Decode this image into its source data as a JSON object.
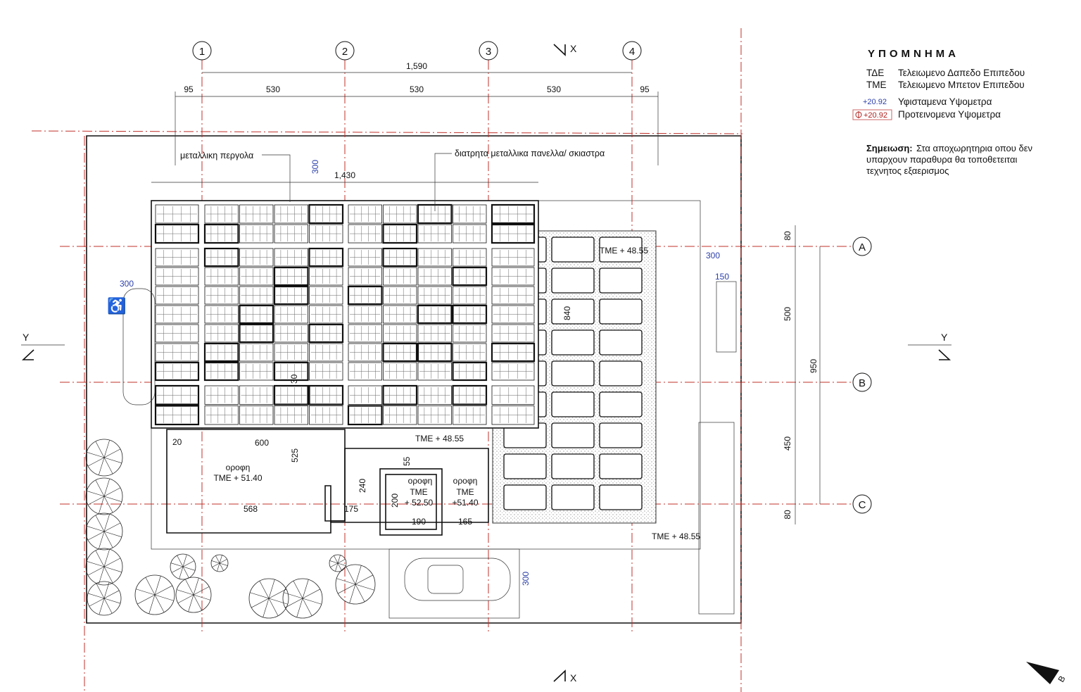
{
  "grid_axes": {
    "columns": [
      "1",
      "2",
      "3",
      "4"
    ],
    "rows": [
      "A",
      "B",
      "C"
    ]
  },
  "section_marks": {
    "x_top": "X",
    "x_bottom": "X",
    "y_left": "Y",
    "y_right": "Y"
  },
  "dimensions_top": {
    "total": "1,590",
    "segments": [
      "95",
      "530",
      "530",
      "530",
      "95"
    ],
    "pergola_width": "1,430"
  },
  "dimensions_right": {
    "segments": [
      "80",
      "500",
      "450",
      "80"
    ],
    "total": "950"
  },
  "annotations": {
    "pergola": "μεταλλικη περγολα",
    "panels": "διατρητα μεταλλικα πανελλα/ σκιαστρα",
    "blue_300_a": "300",
    "blue_300_b": "300",
    "blue_300_c": "300",
    "blue_300_d": "300",
    "blue_150": "150",
    "dim_840": "840",
    "tme_4855_a": "TME + 48.55",
    "tme_4855_b": "TME + 48.55",
    "tme_4855_c": "TME + 48.55",
    "roof1_label": "οροφη",
    "roof1_level": "TME + 51.40",
    "roof2_label": "οροφη",
    "roof2_tme": "TME",
    "roof2_level": "+ 52.50",
    "roof3_label": "οροφη",
    "roof3_tme": "TME",
    "roof3_level": "+51.40",
    "d600": "600",
    "d525": "525",
    "d568": "568",
    "d175": "175",
    "d240": "240",
    "d200": "200",
    "d190": "190",
    "d165": "165",
    "d55": "55",
    "d20": "20",
    "d30": "30"
  },
  "legend": {
    "title": "ΥΠΟΜΝΗΜΑ",
    "items": [
      {
        "code": "ΤΔΕ",
        "text": "Τελειωμενο Δαπεδο Επιπεδου"
      },
      {
        "code": "ΤΜΕ",
        "text": "Τελειωμενο Μπετον Επιπεδου"
      },
      {
        "code": "+20.92",
        "text": "Υφισταμενα Υψομετρα"
      },
      {
        "code": "+20.92",
        "text": "Προτεινομενα Υψομετρα"
      }
    ],
    "note_label": "Σημειωση:",
    "note_lines": [
      "Στα αποχωρητηρια οπου δεν",
      "υπαρχουν παραθυρα θα τοποθετειται",
      "τεχνητος εξαερισμος"
    ]
  },
  "north_label": "B",
  "colors": {
    "axis": "#c0302a",
    "existing_level": "#2b3fa8",
    "proposed_level": "#b0201c"
  }
}
